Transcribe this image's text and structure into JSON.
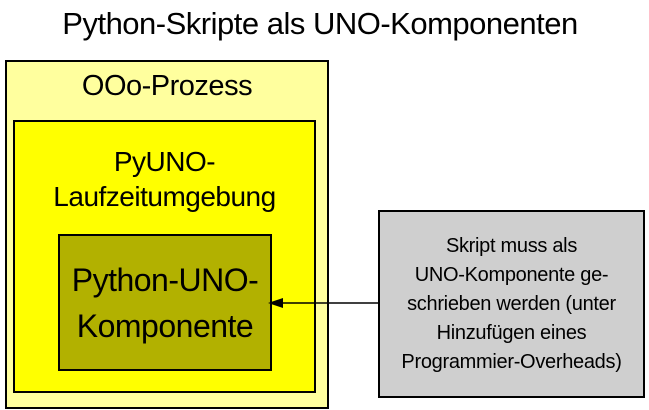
{
  "title": "Python-Skripte als UNO-Komponenten",
  "colors": {
    "background": "#FFFFFF",
    "outer_box_fill": "#FFFF9E",
    "runtime_box_fill": "#FFFF00",
    "component_box_fill": "#B2B100",
    "note_box_fill": "#CFCFCF",
    "border": "#000000",
    "text": "#000000",
    "arrow": "#000000"
  },
  "diagram": {
    "outer_box": {
      "label": "OOo-Prozess"
    },
    "runtime_box": {
      "label": "PyUNO-\nLaufzeitumgebung"
    },
    "component_box": {
      "label": "Python-UNO-\nKomponente"
    },
    "note_box": {
      "text": "Skript muss als\nUNO-Komponente ge-\nschrieben werden (unter\nHinzufügen eines\nProgrammier-Overheads)"
    },
    "arrow": {
      "from": "note_box",
      "to": "component_box",
      "direction": "left"
    }
  }
}
